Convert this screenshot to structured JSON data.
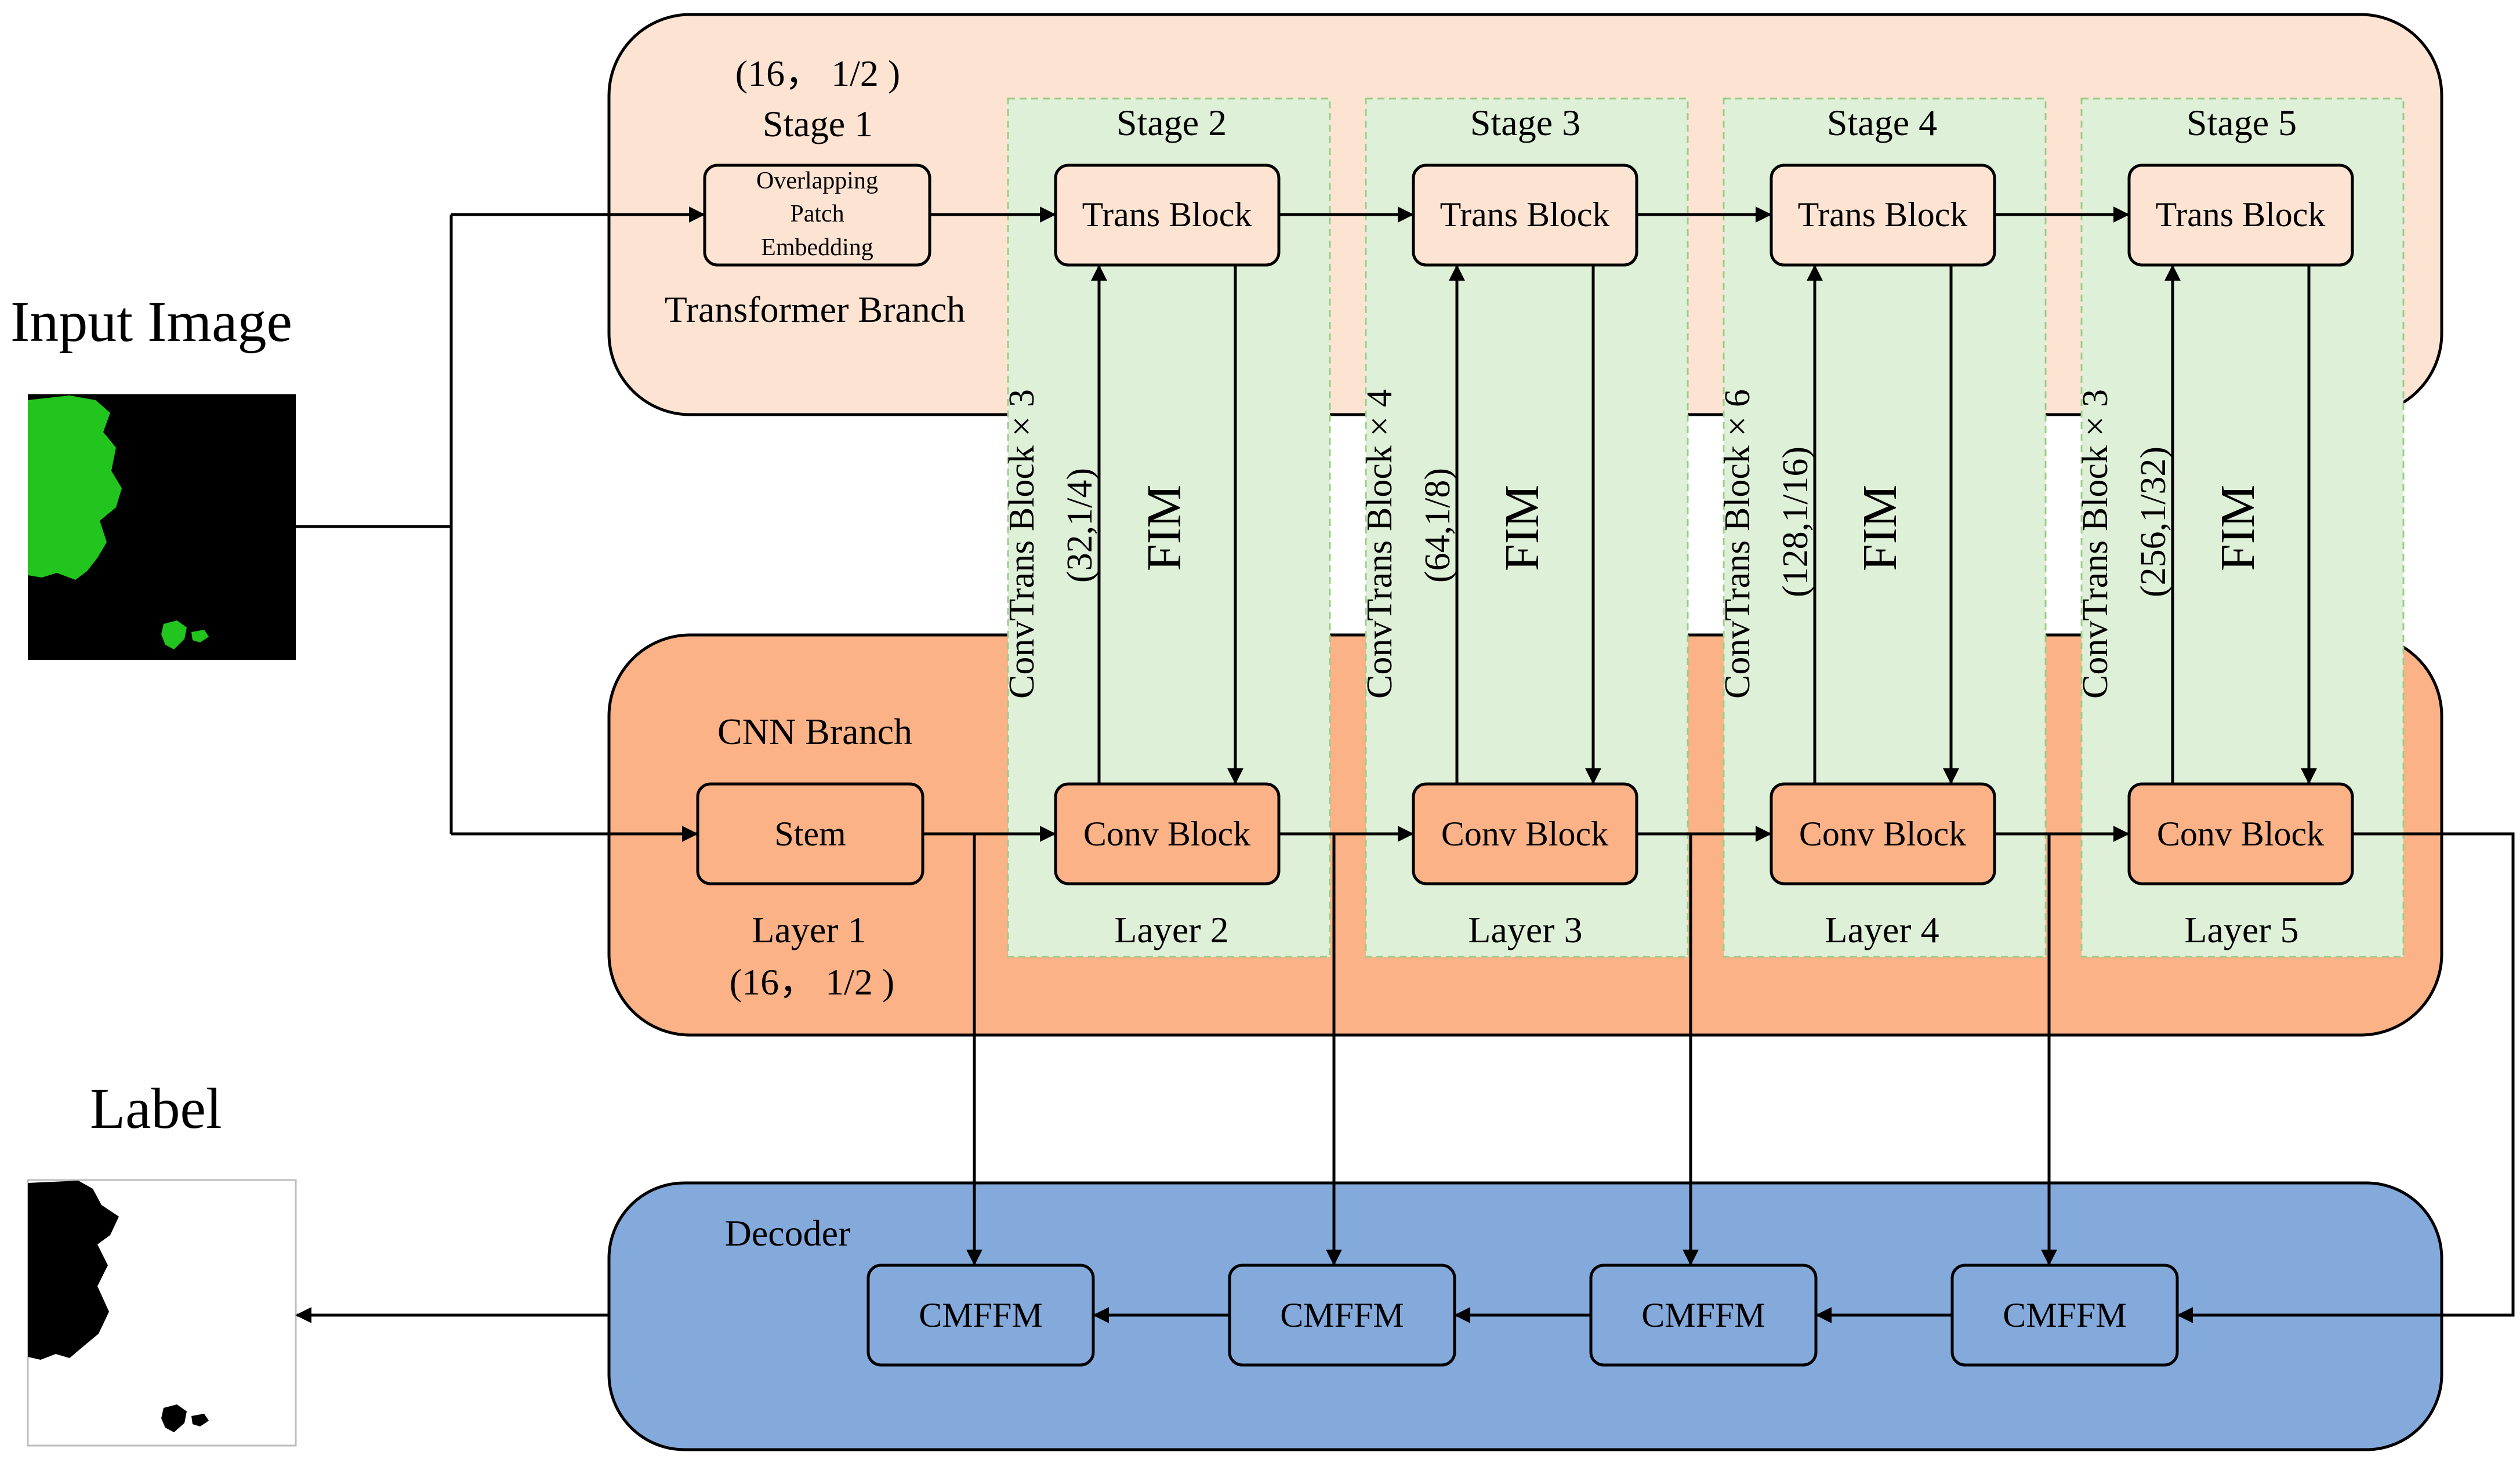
{
  "input_label": "Input Image",
  "output_label": "Label",
  "transformer_branch": {
    "title": "Transformer Branch",
    "stage1": {
      "size": "(16， 1/2 )",
      "name": "Stage 1",
      "patch_embedding": [
        "Overlapping",
        "Patch",
        "Embedding"
      ]
    },
    "stages": [
      {
        "name": "Stage 2",
        "block": "Trans Block"
      },
      {
        "name": "Stage 3",
        "block": "Trans Block"
      },
      {
        "name": "Stage 4",
        "block": "Trans Block"
      },
      {
        "name": "Stage 5",
        "block": "Trans Block"
      }
    ]
  },
  "cnn_branch": {
    "title": "CNN Branch",
    "stem": "Stem",
    "layer1": {
      "name": "Layer 1",
      "size": "(16， 1/2 )"
    },
    "layers": [
      {
        "name": "Layer 2",
        "block": "Conv Block"
      },
      {
        "name": "Layer 3",
        "block": "Conv Block"
      },
      {
        "name": "Layer 4",
        "block": "Conv Block"
      },
      {
        "name": "Layer 5",
        "block": "Conv Block"
      }
    ]
  },
  "convtrans": [
    {
      "repeat": "ConvTrans Block × 3",
      "size": "(32,1/4)",
      "fim": "FIM"
    },
    {
      "repeat": "ConvTrans Block × 4",
      "size": "(64,1/8)",
      "fim": "FIM"
    },
    {
      "repeat": "ConvTrans Block × 6",
      "size": "(128,1/16)",
      "fim": "FIM"
    },
    {
      "repeat": "ConvTrans Block × 3",
      "size": "(256,1/32)",
      "fim": "FIM"
    }
  ],
  "decoder": {
    "title": "Decoder",
    "modules": [
      "CMFFM",
      "CMFFM",
      "CMFFM",
      "CMFFM"
    ]
  },
  "colors": {
    "transformer_bg": "#FDE3D2",
    "cnn_bg": "#FBB286",
    "stage_bg": "#DFF0D8",
    "block_fill": "#FDE3D2",
    "conv_fill": "#FBB286",
    "decoder_bg": "#84AADC",
    "cmffm_fill": "#84AADC",
    "input_green": "#22C41E",
    "image_dark": "#000000"
  },
  "icons": {
    "input_image": "satellite-green-landmass-image",
    "label_image": "binary-mask-image"
  }
}
